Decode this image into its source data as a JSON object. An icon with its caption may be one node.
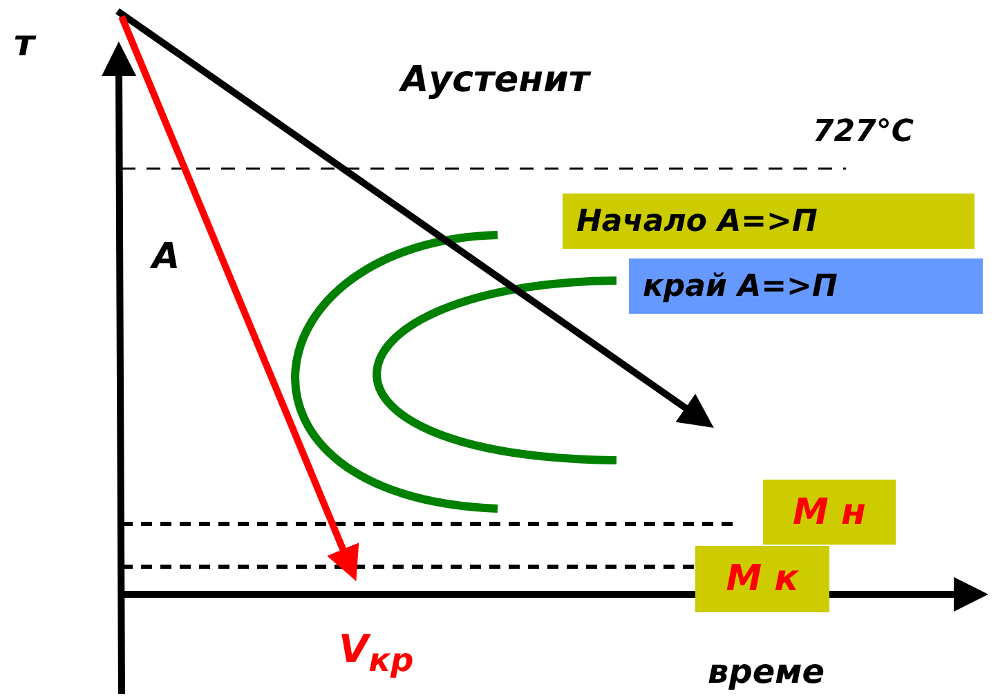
{
  "diagram": {
    "nodes": [
      {
        "text": [
          "Начало А=>П"
        ]
      },
      {
        "text": [
          "край А=>П"
        ]
      },
      {
        "text": [
          "М н"
        ]
      },
      {
        "text": [
          "М к"
        ]
      }
    ],
    "labels": [
      "т",
      "Аустенит",
      "727°С",
      "А",
      "V$_{кр}$",
      "време"
    ]
  }
}
